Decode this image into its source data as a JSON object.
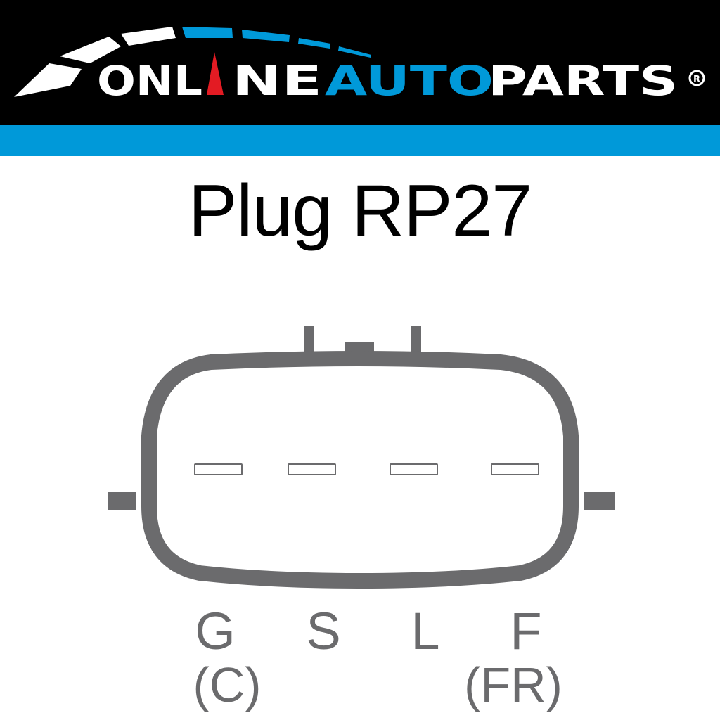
{
  "brand": {
    "name_parts": [
      {
        "text": "ONLINE",
        "color": "#ffffff"
      },
      {
        "text": "AUTO",
        "color": "#0099d9"
      },
      {
        "text": "PARTS",
        "color": "#ffffff"
      }
    ],
    "registered_mark": "®",
    "colors": {
      "black": "#000000",
      "blue": "#0099d9",
      "red": "#e31b23",
      "white": "#ffffff"
    }
  },
  "title": "Plug RP27",
  "connector": {
    "color": "#6b6b6d",
    "pin_count": 4,
    "pins": [
      {
        "label": "G",
        "alt": "(C)"
      },
      {
        "label": "S",
        "alt": ""
      },
      {
        "label": "L",
        "alt": ""
      },
      {
        "label": "F",
        "alt": "(FR)"
      }
    ]
  }
}
